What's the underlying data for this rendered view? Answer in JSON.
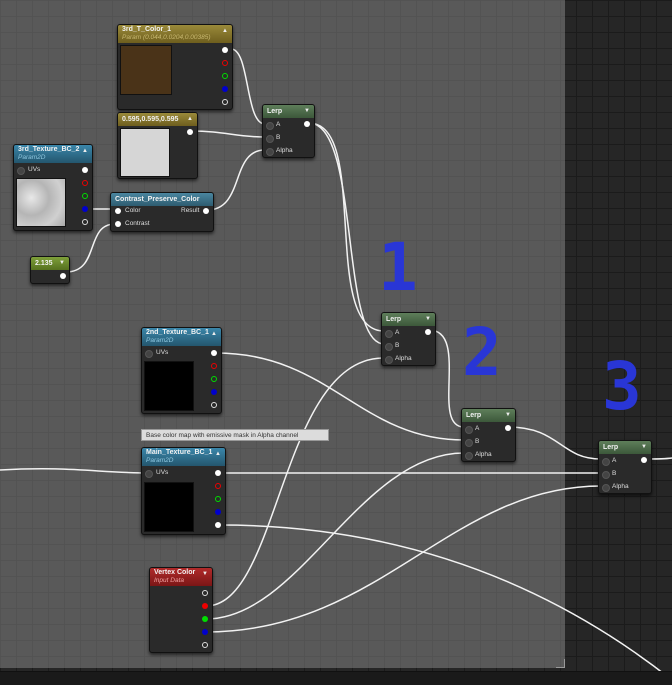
{
  "nodes": {
    "color3rd": {
      "title": "3rd_T_Color_1",
      "subtitle": "Param (0.044,0.0204,0.00385)",
      "header_color": "#8a7a2e",
      "preview_color": "#4a3318"
    },
    "const3": {
      "title": "0.595,0.595,0.595",
      "header_color": "#8a7a2e",
      "preview_color": "#d6d6d6"
    },
    "tex3rd": {
      "title": "3rd_Texture_BC_2",
      "subtitle": "Param2D",
      "uvs_label": "UVs",
      "header_color": "#2f6f8f"
    },
    "contrast": {
      "title": "Contrast_Preserve_Color",
      "color_label": "Color",
      "contrast_label": "Contrast",
      "result_label": "Result",
      "header_color": "#3f6f86"
    },
    "scalar": {
      "title": "2.135",
      "header_color": "#6c8a2f"
    },
    "lerp0": {
      "title": "Lerp",
      "a_label": "A",
      "b_label": "B",
      "alpha_label": "Alpha",
      "header_color": "#4d6b4a"
    },
    "lerp1": {
      "title": "Lerp",
      "a_label": "A",
      "b_label": "B",
      "alpha_label": "Alpha",
      "header_color": "#4d6b4a"
    },
    "lerp2": {
      "title": "Lerp",
      "a_label": "A",
      "b_label": "B",
      "alpha_label": "Alpha",
      "header_color": "#4d6b4a"
    },
    "lerp3": {
      "title": "Lerp",
      "a_label": "A",
      "b_label": "B",
      "alpha_label": "Alpha",
      "header_color": "#4d6b4a"
    },
    "tex2nd": {
      "title": "2nd_Texture_BC_1",
      "subtitle": "Param2D",
      "uvs_label": "UVs",
      "header_color": "#2f6f8f"
    },
    "texMain": {
      "title": "Main_Texture_BC_1",
      "subtitle": "Param2D",
      "uvs_label": "UVs",
      "header_color": "#2f6f8f"
    },
    "vertex": {
      "title": "Vertex Color",
      "subtitle": "Input Data",
      "header_color": "#9a2222"
    }
  },
  "tooltip": "Base color map with emissive mask in Alpha channel",
  "annotations": [
    "1",
    "2",
    "3"
  ],
  "annotation_color": "#2936d6"
}
